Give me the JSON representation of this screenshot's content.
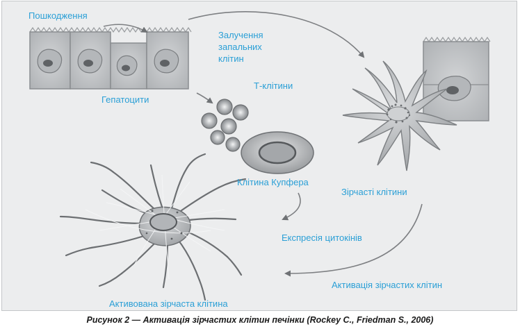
{
  "labels": {
    "damage": "Пошкодження",
    "recruitment_line1": "Залучення",
    "recruitment_line2": "запальних",
    "recruitment_line3": "клітин",
    "t_cells": "Т-клітини",
    "hepatocytes": "Гепатоцити",
    "kupffer_cell": "Клітина Купфера",
    "stellate_cells": "Зірчасті клітини",
    "cytokine_expression": "Експресія цитокінів",
    "stellate_activation": "Активація зірчастих клітин",
    "activated_stellate_cell": "Активована зірчаста клітина"
  },
  "caption": "Рисунок 2 — Активація зірчастих клітин печінки (Rockey C., Friedman S., 2006)",
  "colors": {
    "label_text": "#2a9fd6",
    "panel_background": "#ecedee",
    "cell_gray": "#8e9194",
    "arrow": "#7d7f82"
  }
}
